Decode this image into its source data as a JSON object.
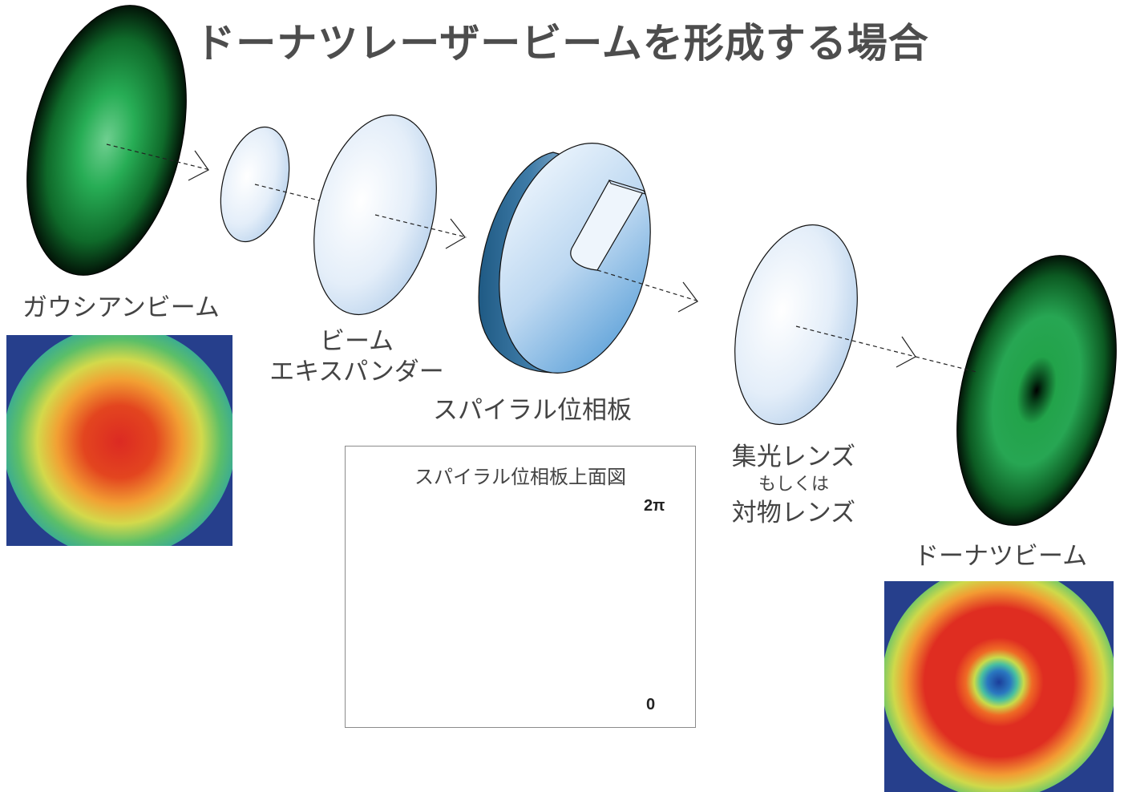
{
  "title": "ドーナツレーザービームを形成する場合",
  "labels": {
    "gaussian": "ガウシアンビーム",
    "expander_line1": "ビーム",
    "expander_line2": "エキスパンダー",
    "spiral": "スパイラル位相板",
    "focus_line1": "集光レンズ",
    "focus_line2": "もしくは",
    "focus_line3": "対物レンズ",
    "donut": "ドーナツビーム"
  },
  "inset": {
    "title": "スパイラル位相板上面図",
    "scale_max": "2π",
    "scale_min": "0"
  },
  "colors": {
    "beam_green": "#22a34a",
    "beam_dark": "#031a08",
    "lens_light": "#f4f8fd",
    "lens_blue": "#bcd5ee",
    "plate_dark": "#2b6690",
    "plate_light": "#e8f1fb",
    "heatmap_bg": "#233e8e",
    "heatmap_red": "#dc2f22"
  }
}
